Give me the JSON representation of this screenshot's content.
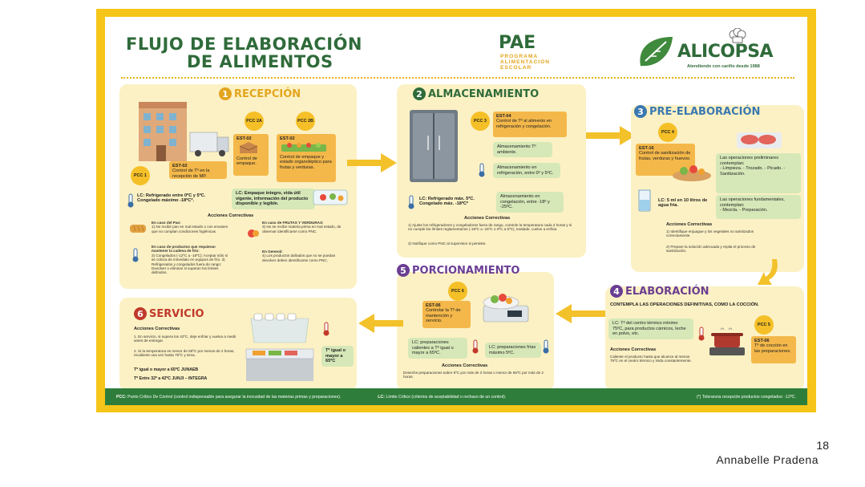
{
  "title_lines": [
    "FLUJO DE ELABORACIÓN",
    "DE ALIMENTOS"
  ],
  "pae": {
    "name": "PAE",
    "sub": [
      "PROGRAMA",
      "ALIMENTACION",
      "ESCOLAR"
    ]
  },
  "logo": {
    "name": "ALICOPSA",
    "tagline": "Atendiendo con cariño desde 1988"
  },
  "colors": {
    "green": "#2f6b3a",
    "yellow": "#f6c519",
    "orange": "#f4b84a"
  },
  "sections": {
    "recepcion": {
      "num": "1",
      "label": "RECEPCIÓN",
      "pcc1": "PCC 1",
      "pcc2a": "PCC 2A",
      "pcc2b": "PCC 2B",
      "est02a_head": "EST-02",
      "est02a_body": "Control de Tº en la recepción de MP.",
      "est02b_head": "EST-02",
      "est02b_body": "Control de empaque.",
      "est02c_head": "EST-02",
      "est02c_body": "Control de empaque y estado organoléptico para frutas y verduras.",
      "lc1": "LC: Refrigerado entre 0ºC y 5ºC. Congelado máximo -18ºC*.",
      "lc2": "LC: Empaque íntegro, vida útil vigente, información del producto disponible y legible.",
      "acciones_head": "Acciones Correctivas",
      "pan_head": "En caso del Pan:",
      "pan_body": "1) No recibir pan en mal estado o con envases que no cumplan condiciones higiénicas.",
      "frio_head": "En caso de productos que requieran mantener la cadena de frío:",
      "frio_body": "2) Congelados (-12ºC a -18ºC): Aceptar sólo si se coloca de inmediato en equipos de frío. 3) Refrigerados y congelados fuera de rango: Devolver o eliminar si superan los límites definidos.",
      "frutas_head": "En caso de FRUTAS Y VERDURAS:",
      "frutas_body": "3) No se recibe materia prima en mal estado, de observar identificarse como PNC.",
      "general_head": "En General:",
      "general_body": "4) Los productos dañados que no se puedan devolver deben identificarse como PNC."
    },
    "almacenamiento": {
      "num": "2",
      "label": "ALMACENAMIENTO",
      "pcc3": "PCC 3",
      "est04_head": "EST-04",
      "est04_body": "Control de Tº al alimento en refrigeración y congelación.",
      "g1": "Almacenamiento Tº ambiente.",
      "g2": "Almacenamiento en refrigeración, entre 0º y 5ºC.",
      "g3": "Almacenamiento en congelación, entre -18º y -25ºC.",
      "lc": "LC: Refrigerado máx. 5ºC. Congelado máx. -18ºC*",
      "acciones_head": "Acciones Correctivas",
      "acc1": "1) Ajuste los refrigeradores y congeladores fuera de rango, controle la temperatura cada 2 horas y si no cumple los límites reglamentarios (-18ºC a -15ºC o 0ºC a 5ºC), traslade, cuelve a enfriar.",
      "acc2": "2) Notifique como PNC al supervisor si persiste."
    },
    "preelaboracion": {
      "num": "3",
      "label": "PRE-ELABORACIÓN",
      "pcc4": "PCC 4",
      "est16_head": "EST-16",
      "est16_body": "Control de sanitización de frutas, verduras y huevos.",
      "ops1_head": "Las operaciones preliminares contemplan:",
      "ops1_items": "- Limpieza. - Trozado. - Picado. - Sanitización.",
      "ops2_head": "Las operaciones fundamentales, contemplan:",
      "ops2_items": "- Mezcla. - Preparación.",
      "lc": "LC: 5 ml en 10 litros de agua fría.",
      "acciones_head": "Acciones Correctivas",
      "acc1": "1) Identifique enjuague y los vegetales no sanitizados correctamente.",
      "acc2": "2) Prepare la solución adecuada y repita el proceso de sanitización."
    },
    "elaboracion": {
      "num": "4",
      "label": "ELABORACIÓN",
      "subtitle": "CONTEMPLA LAS OPERACIONES DEFINITIVAS, COMO LA COCCIÓN.",
      "pcc5": "PCC 5",
      "lc": "LC: Tº del centro térmico mínimo 75ºC, para productos cárnicos, leche en polvo, etc.",
      "est06_head": "EST-06",
      "est06_body": "Tº de cocción en las preparaciones.",
      "acciones_head": "Acciones Correctivas",
      "acc": "Caliente el producto hasta que alcance al menos 75ºC en el centro térmico y mida constantemente."
    },
    "porcionamiento": {
      "num": "5",
      "label": "PORCIONAMIENTO",
      "pcc6": "PCC 6",
      "est06_head": "EST-06",
      "est06_body": "Controlar la Tº de mantención y servicio.",
      "lc1": "LC: preparaciones calientes a Tº igual o mayor a 65ºC.",
      "lc2": "LC: preparaciones frías máximo 5ºC.",
      "acciones_head": "Acciones Correctivas",
      "acc": "Deseche preparaciones sobre 5ºC por más de 2 horas o menor de 65ºC por más de 2 horas."
    },
    "servicio": {
      "num": "6",
      "label": "SERVICIO",
      "acciones_head": "Acciones Correctivas",
      "acc1": "1. En servicio, si supera los 42ºC, deje enfriar y vuelva a medir antes de entregar.",
      "acc2": "2. Si la temperatura es menor de 65ºC por menos de 2 horas, recaliente una vez hasta 75ºC y sirva.",
      "t1": "Tº igual o mayor a 65ºC JUNAEB",
      "t2": "Tº Entre 32º a 42ºC JUNJI – INTEGRA",
      "temp_note": "Tº igual o mayor a 65ºC"
    }
  },
  "footer": {
    "pcc": "PCC:",
    "pcc_text": "Punto Crítico De Control (control indispensable para asegurar la inocuidad de las materias primas y preparaciones).",
    "lc": "LC:",
    "lc_text": "Límite Crítico (criterios de aceptabilidad o rechazo de un control).",
    "tol": "(*) Tolerancia recepción productos congelados: -12ºC."
  },
  "page_number": "18",
  "author": "Annabelle Pradena"
}
